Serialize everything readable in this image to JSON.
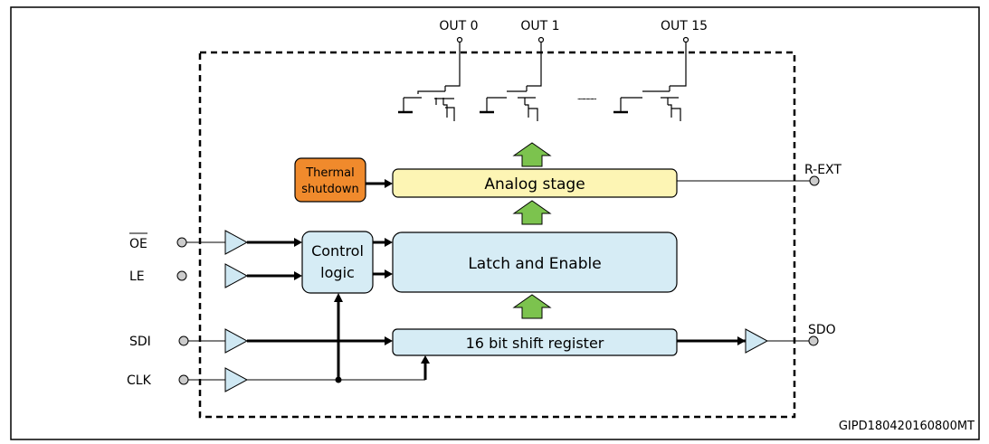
{
  "outputs": {
    "out0": "OUT 0",
    "out1": "OUT 1",
    "out15": "OUT 15",
    "dots": "................"
  },
  "blocks": {
    "thermal_line1": "Thermal",
    "thermal_line2": "shutdown",
    "analog": "Analog stage",
    "control_line1": "Control",
    "control_line2": "logic",
    "latch": "Latch and Enable",
    "shift": "16 bit shift register"
  },
  "pins": {
    "oe": "OE",
    "le": "LE",
    "sdi": "SDI",
    "clk": "CLK",
    "sdo": "SDO",
    "rext": "R-EXT"
  },
  "figure_id": "GIPD180420160800MT",
  "colors": {
    "thermal": "#f08a2c",
    "analog": "#fdf5b4",
    "logic": "#d6ecf5",
    "arrow": "#7cc34e",
    "buffer": "#cfe8f3"
  }
}
